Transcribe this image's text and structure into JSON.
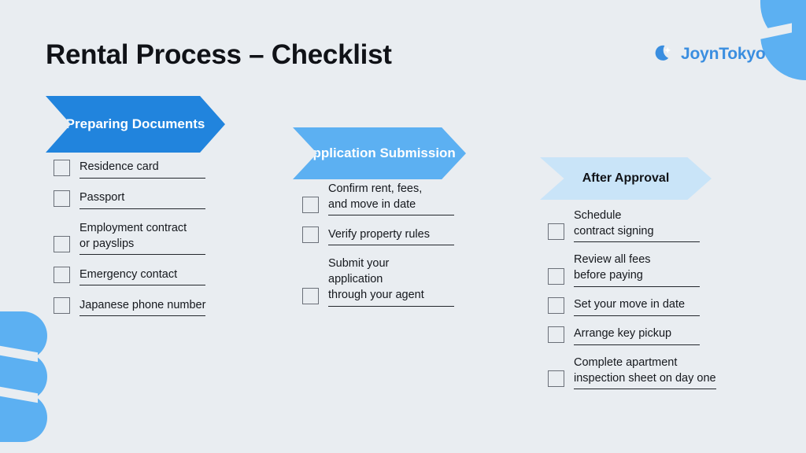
{
  "theme": {
    "background": "#e9edf1",
    "accent_dark_blue": "#2184dd",
    "accent_mid_blue": "#5cb0f2",
    "accent_light_blue": "#c9e4f8",
    "text_color": "#15181d",
    "brand_color": "#3a8ee0"
  },
  "header": {
    "title": "Rental Process – Checklist",
    "brand_name": "JoynTokyo",
    "brand_icon": "crescent-moon-sparkle-icon"
  },
  "decorations": [
    {
      "name": "top-right-leaf-shapes",
      "color": "#5cb0f2"
    },
    {
      "name": "bottom-left-half-circles",
      "color": "#5cb0f2"
    }
  ],
  "columns": [
    {
      "id": "preparing-documents",
      "banner_label": "Preparing\nDocuments",
      "banner_color": "#2184dd",
      "banner_text_color": "#ffffff",
      "items": [
        {
          "label": "Residence card",
          "checked": false
        },
        {
          "label": "Passport",
          "checked": false
        },
        {
          "label": "Employment contract\nor payslips",
          "checked": false
        },
        {
          "label": "Emergency contact",
          "checked": false
        },
        {
          "label": "Japanese phone number",
          "checked": false
        }
      ]
    },
    {
      "id": "application-submission",
      "banner_label": "Application\nSubmission",
      "banner_color": "#5cb0f2",
      "banner_text_color": "#ffffff",
      "items": [
        {
          "label": "Confirm rent, fees,\nand move in date",
          "checked": false
        },
        {
          "label": "Verify property rules",
          "checked": false
        },
        {
          "label": "Submit your\napplication\nthrough your agent",
          "checked": false
        }
      ]
    },
    {
      "id": "after-approval",
      "banner_label": "After Approval",
      "banner_color": "#c9e4f8",
      "banner_text_color": "#111318",
      "items": [
        {
          "label": "Schedule\ncontract signing",
          "checked": false
        },
        {
          "label": "Review all fees\nbefore paying",
          "checked": false
        },
        {
          "label": "Set your move in date",
          "checked": false
        },
        {
          "label": "Arrange key pickup",
          "checked": false
        },
        {
          "label": "Complete apartment\ninspection sheet on day one",
          "checked": false
        }
      ]
    }
  ]
}
